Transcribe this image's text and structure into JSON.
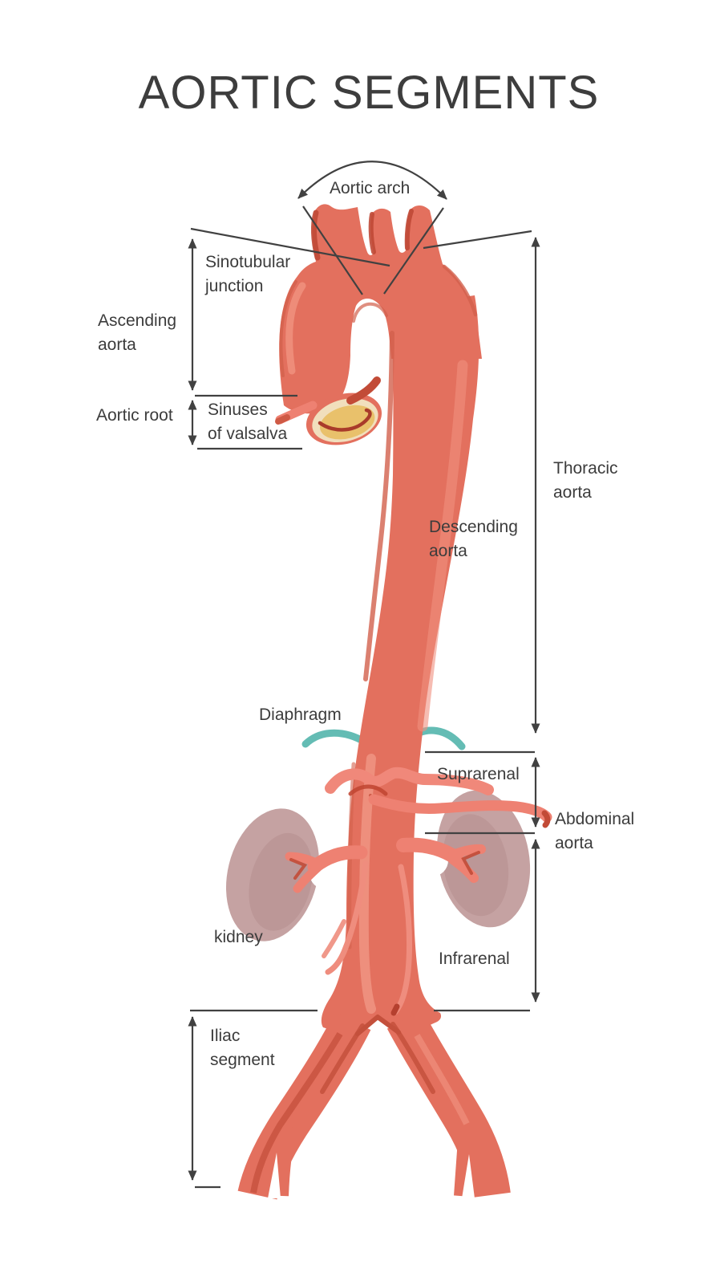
{
  "title": "AORTIC SEGMENTS",
  "labels": {
    "aortic_arch": "Aortic arch",
    "sinotubular_junction": "Sinotubular\njunction",
    "ascending_aorta": "Ascending\naorta",
    "aortic_root": "Aortic root",
    "sinuses_of_valsalva": "Sinuses\nof valsalva",
    "thoracic_aorta": "Thoracic\naorta",
    "descending_aorta": "Descending\naorta",
    "diaphragm": "Diaphragm",
    "suprarenal": "Suprarenal",
    "abdominal_aorta": "Abdominal\naorta",
    "kidney": "kidney",
    "infrarenal": "Infrarenal",
    "iliac_segment": "Iliac\nsegment"
  },
  "colors": {
    "annotation": "#414141",
    "aorta_primary": "#e3705e",
    "aorta_dark": "#c4503c",
    "aorta_rim": "#d2604c",
    "aorta_light": "#f0907e",
    "branch_salmon": "#ee8172",
    "accent_dark_red": "#bf4430",
    "valve_cream": "#f1dfbd",
    "valve_yellow": "#e9c16b",
    "valve_line": "#a93b2a",
    "kidney_fill": "#c5a2a2",
    "kidney_shade": "#b08686",
    "diaphragm_teal": "#64bcb4"
  }
}
